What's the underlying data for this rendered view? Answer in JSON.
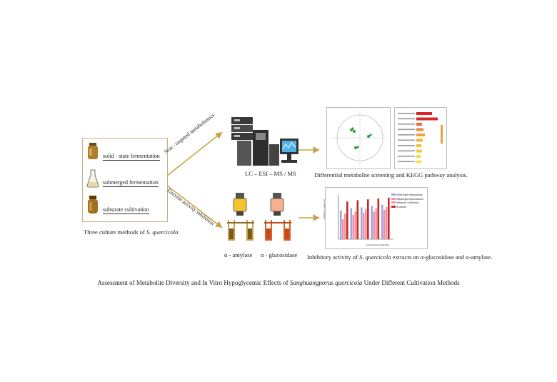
{
  "culture_box": {
    "items": [
      "solid - state fermentation",
      "submerged fermentation",
      "substrate cultivation"
    ],
    "caption_pre": "Three culture methods of ",
    "caption_species": "S. quercicola"
  },
  "arrows": {
    "upper_label": "Non - targeted metabolomics",
    "lower_label": "Enzyme activity inhibition"
  },
  "instrument": {
    "label": "LC – ESI – MS / MS"
  },
  "enzymes": {
    "amylase": "α - amylase",
    "glucosidase": "α - glucosidase"
  },
  "upper_result": {
    "caption": "Differential metabolite screening and KEGG pathway analysis."
  },
  "lower_result": {
    "caption_pre": "Inhibitory activity of ",
    "caption_species": "S. quercicola",
    "caption_post": " extracts on α-glucosidase and α-amylase.",
    "legend": [
      "Solid-state fermentation",
      "Submerged fermentation",
      "Substrate cultivation",
      "Acarbose"
    ],
    "ylabel": "Inhibitory rates (%)",
    "xlabel": "Concentration( mg/mL)"
  },
  "chart_data": {
    "type": "bar",
    "categories": [
      "",
      "",
      "",
      "",
      ""
    ],
    "series": [
      {
        "name": "Solid-state fermentation",
        "values": [
          65,
          70,
          72,
          75,
          78
        ]
      },
      {
        "name": "Submerged fermentation",
        "values": [
          45,
          55,
          60,
          62,
          66
        ]
      },
      {
        "name": "Substrate cultivation",
        "values": [
          58,
          63,
          68,
          70,
          73
        ]
      },
      {
        "name": "Acarbose",
        "values": [
          85,
          88,
          90,
          92,
          94
        ]
      }
    ],
    "ylim": [
      0,
      100
    ],
    "colors": [
      "#9fa8da",
      "#f48fb1",
      "#ef9a9a",
      "#c62828"
    ]
  },
  "footer": {
    "pre": "Assessment of Metabolite Diversity and In Vitro Hypoglycemic Effects of ",
    "species": "Sanghuangporus quercicola",
    "post": " Under Different Cultivation Methods"
  },
  "colors": {
    "accent": "#c9a24a",
    "box_border": "#c8ad7e",
    "jar": "#b07d2a"
  }
}
